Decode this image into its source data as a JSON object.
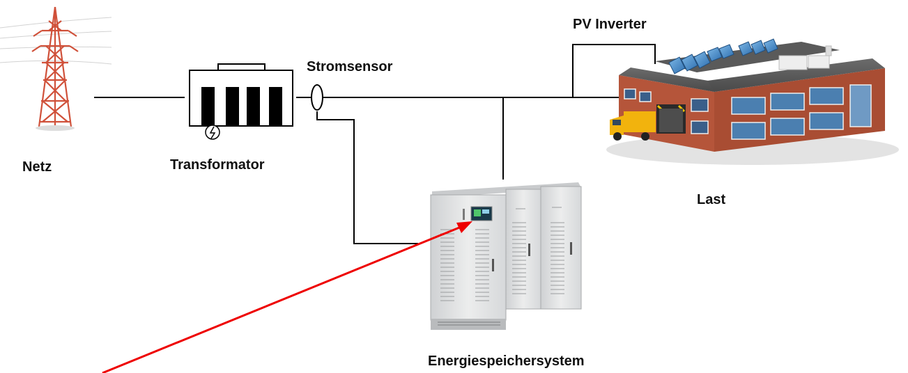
{
  "labels": {
    "netz": "Netz",
    "transformator": "Transformator",
    "stromsensor": "Stromsensor",
    "pv_inverter": "PV Inverter",
    "last": "Last",
    "energiespeicher": "Energiespeichersystem"
  },
  "colors": {
    "wire": "#000000",
    "pointer_arrow": "#ee0000",
    "tower_lattice": "#d0513a",
    "building_brick": "#b5553a",
    "solar_panel": "#3c86c4",
    "cabinet_body": "#e6e7e8",
    "truck": "#f2b30d"
  },
  "icons": {
    "grid": "power-line-tower-icon",
    "transformer": "transformer-symbol-icon",
    "sensor": "current-sensor-icon",
    "load": "commercial-building-with-solar-panels-icon",
    "storage": "energy-storage-cabinet-icon",
    "pointer": "red-arrow-icon"
  }
}
